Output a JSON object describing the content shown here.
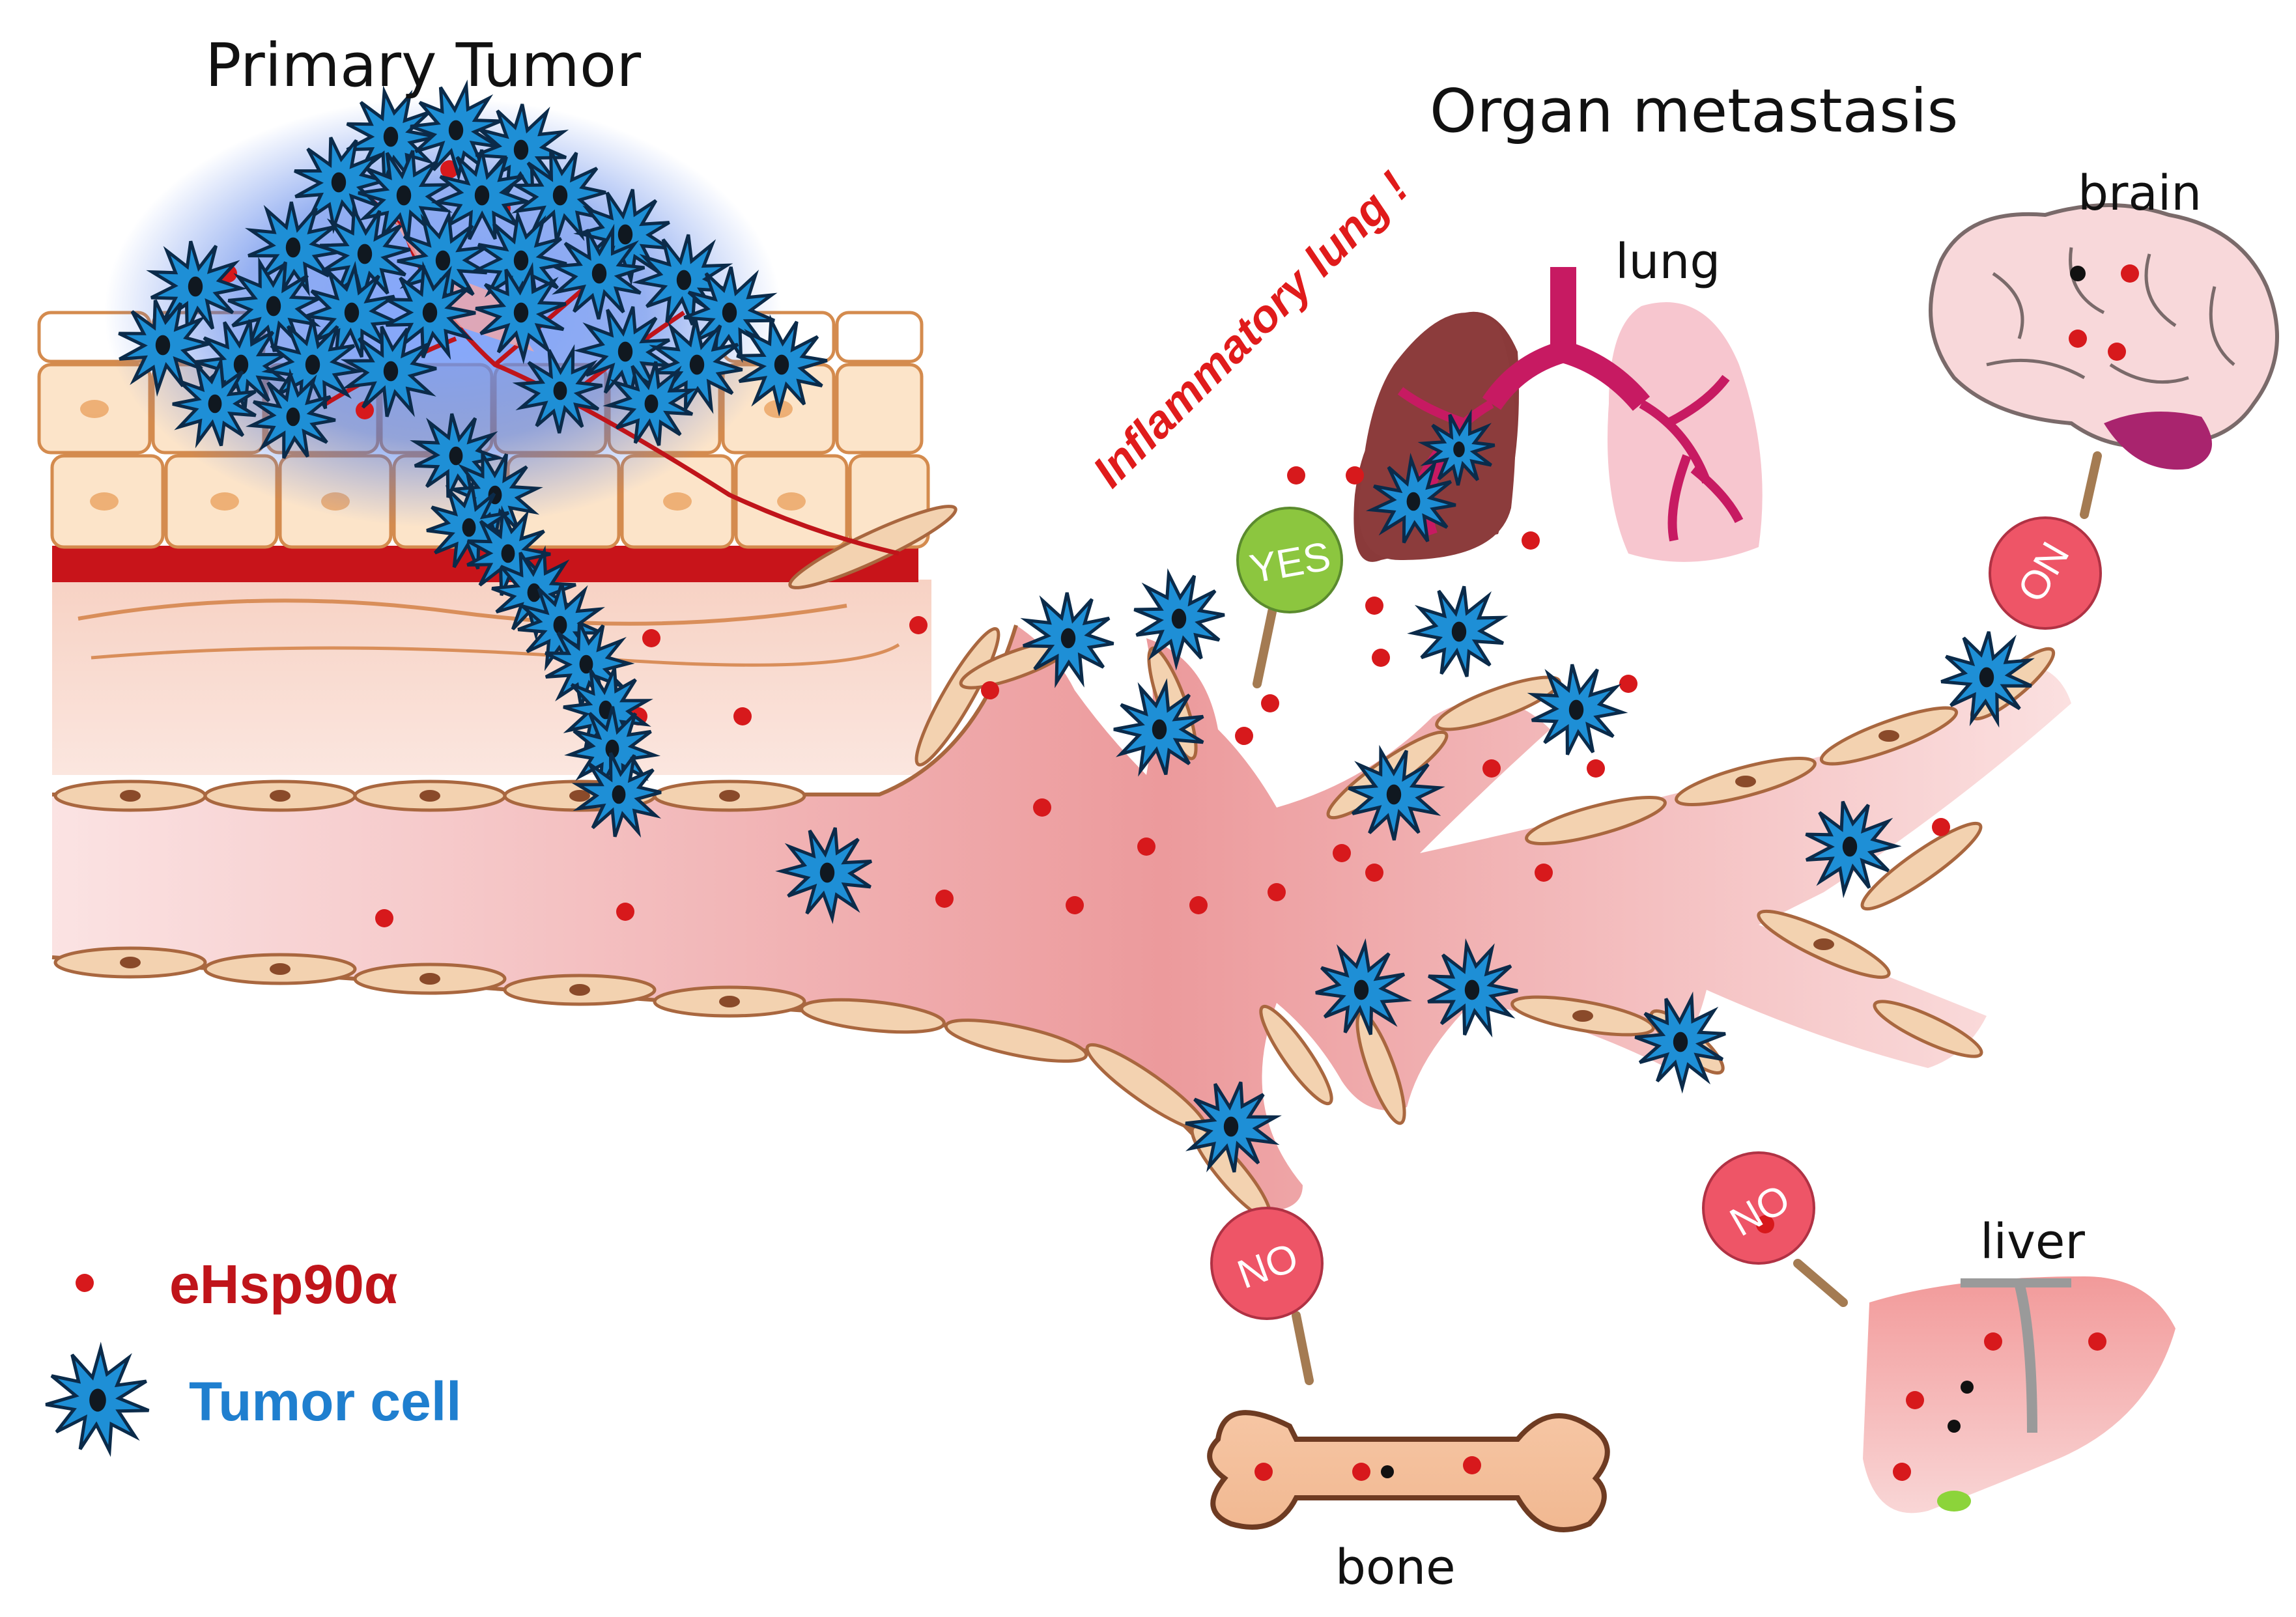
{
  "titles": {
    "primary_tumor": "Primary Tumor",
    "organ_metastasis": "Organ metastasis"
  },
  "organs": {
    "lung": "lung",
    "brain": "brain",
    "liver": "liver",
    "bone": "bone"
  },
  "annotation": "Inflammatory lung !",
  "signs": {
    "lung": "YES",
    "brain": "NO",
    "liver": "NO",
    "bone": "NO"
  },
  "legend": {
    "ehsp90a": "eHsp90α",
    "tumor_cell": "Tumor cell"
  },
  "colors": {
    "ehsp90a_dot": "#d7191c",
    "tumor_cell": "#1e8fd6",
    "yes_sign": "#8cc63f",
    "no_sign": "#ee5567",
    "vessel": "#f2b5b5",
    "endothelium": "#e8c4a0",
    "legend_ehsp": "#c0141a",
    "legend_tumor": "#1f7fcf"
  }
}
